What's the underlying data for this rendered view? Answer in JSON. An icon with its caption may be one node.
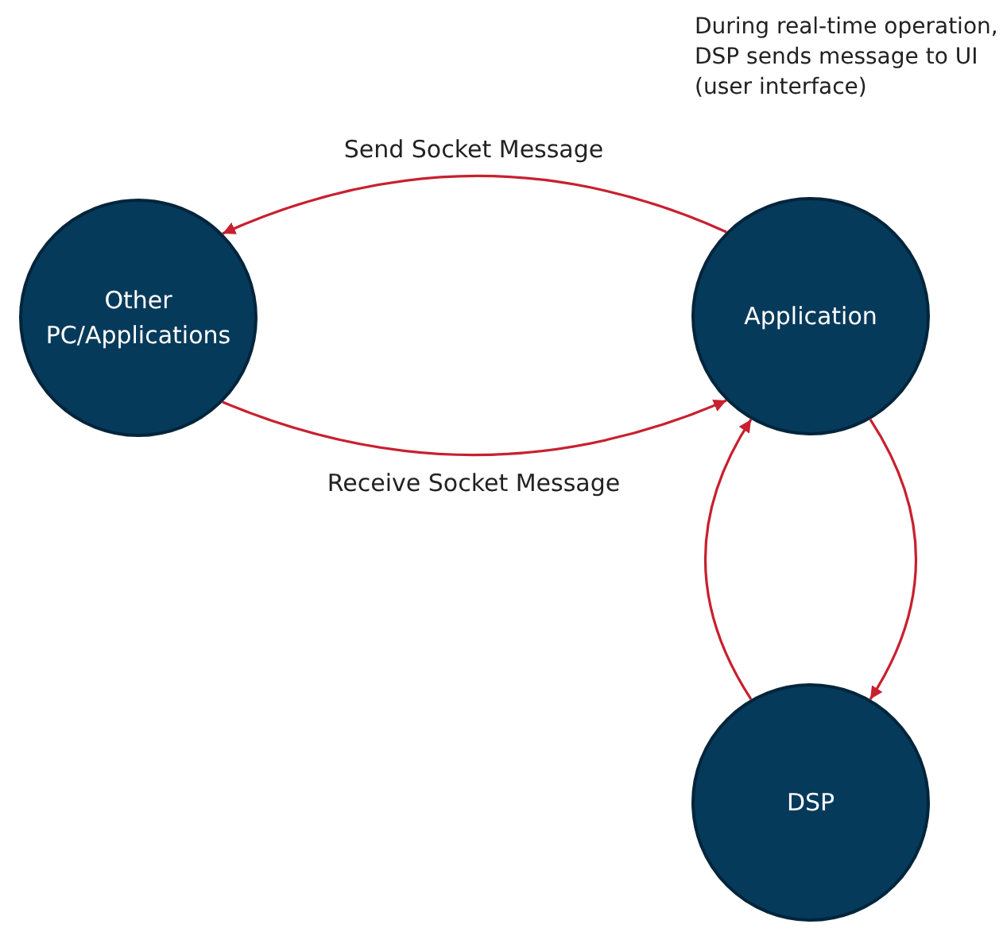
{
  "diagram": {
    "nodes": [
      {
        "text": [
          "Other PC/Applications"
        ]
      },
      {
        "text": [
          "Application"
        ]
      },
      {
        "text": [
          "DSP"
        ]
      }
    ],
    "edges": [
      {
        "from": 1,
        "to": 0,
        "arrow": "to",
        "label": "Send Socket Message"
      },
      {
        "from": 0,
        "to": 1,
        "arrow": "to",
        "label": "Receive Socket Message"
      },
      {
        "from": 1,
        "to": 2,
        "arrow": "to"
      },
      {
        "from": 2,
        "to": 1,
        "arrow": "to"
      }
    ],
    "labels": [
      "During real-time operation, DSP sends message to UI (user interface)"
    ]
  }
}
